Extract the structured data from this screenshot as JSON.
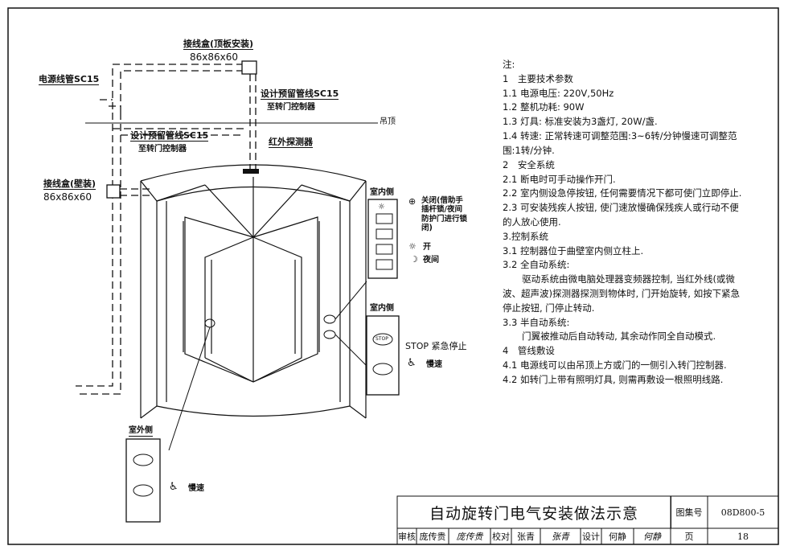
{
  "drawing": {
    "junction_box_ceiling_label": "接线盒(顶板安装)",
    "junction_box_ceiling_size": "86x86x60",
    "power_conduit_label": "电源线管SC15",
    "reserved_conduit_1": "设计预留管线SC15",
    "to_controller_1": "至转门控制器",
    "ceiling_label": "吊顶",
    "reserved_conduit_2": "设计预留管线SC15",
    "to_controller_2": "至转门控制器",
    "infrared_label": "红外探测器",
    "junction_box_wall_label": "接线盒(壁装)",
    "junction_box_wall_size": "86x86x60",
    "indoor_side_1": "室内侧",
    "close_desc": "关闭(借助手插杆锁/夜间防护门进行锁闭)",
    "open_label": "开",
    "night_label": "夜间",
    "indoor_side_2": "室内侧",
    "stop_button_text": "STOP",
    "emergency_stop": "STOP 紧急停止",
    "slow_speed_1": "慢速",
    "outdoor_side": "室外侧",
    "slow_speed_2": "慢速"
  },
  "notes": {
    "heading": "注:",
    "lines": [
      "1　主要技术参数",
      "1.1 电源电压: 220V,50Hz",
      "1.2 整机功耗: 90W",
      "1.3 灯具: 标准安装为3盏灯, 20W/盏.",
      "1.4 转速: 正常转速可调整范围:3~6转/分钟慢速可调整范围:1转/分钟.",
      "2　安全系统",
      "2.1 断电时可手动操作开门.",
      "2.2 室内侧设急停按钮, 任何需要情况下都可使门立即停止.",
      "2.3 可安装残疾人按钮, 使门速放慢确保残疾人或行动不便的人放心使用.",
      "3.控制系统",
      "3.1 控制器位于曲壁室内侧立柱上.",
      "3.2 全自动系统:",
      "驱动系统由微电脑处理器变频器控制, 当红外线(或微波、超声波)探测器探测到物体时, 门开始旋转, 如按下紧急停止按钮, 门停止转动.",
      "3.3 半自动系统:",
      "门翼被推动后自动转动, 其余动作同全自动模式.",
      "4　管线敷设",
      "4.1 电源线可以由吊顶上方或门的一侧引入转门控制器.",
      "4.2 如转门上带有照明灯具, 则需再敷设一根照明线路."
    ]
  },
  "title_block": {
    "title": "自动旋转门电气安装做法示意",
    "atlas_no_label": "图集号",
    "atlas_no": "08D800-5",
    "review_label": "审核",
    "reviewer": "庞传贵",
    "reviewer_sig": "庞传贵",
    "check_label": "校对",
    "checker": "张青",
    "checker_sig": "张青",
    "design_label": "设计",
    "designer": "何静",
    "designer_sig": "何静",
    "page_label": "页",
    "page_no": "18"
  }
}
